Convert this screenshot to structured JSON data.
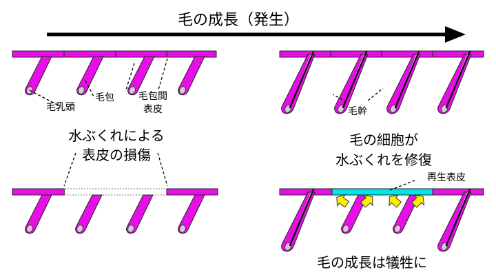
{
  "header": {
    "title": "毛の成長（発生）"
  },
  "panels": {
    "top_left": {
      "labels": {
        "dermal_papilla": "毛乳頭",
        "follicle": "毛包",
        "interfollicular_line1": "毛包間",
        "interfollicular_line2": "表皮"
      }
    },
    "top_right": {
      "labels": {
        "hair_shaft": "毛幹"
      }
    },
    "middle_left": {
      "caption_line1": "水ぶくれによる",
      "caption_line2": "表皮の損傷"
    },
    "middle_right": {
      "caption_line1": "毛の細胞が",
      "caption_line2": "水ぶくれを修復"
    },
    "bottom_right": {
      "labels": {
        "regenerated_epidermis": "再生表皮"
      },
      "caption": "毛の成長は犠牲に"
    }
  },
  "colors": {
    "skin": "#e60fe6",
    "regenerated_epidermis": "#00e5ee",
    "migration_arrow": "#ffee00",
    "papilla": "#cfcfcf"
  }
}
